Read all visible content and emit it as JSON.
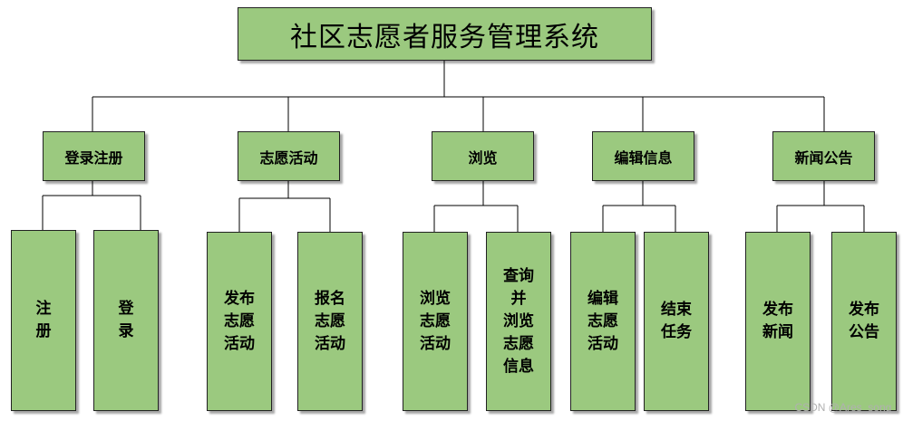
{
  "root": {
    "label": "社区志愿者服务管理系统"
  },
  "categories": [
    {
      "label": "登录注册",
      "children": [
        [
          "注",
          "册"
        ],
        [
          "登",
          "录"
        ]
      ]
    },
    {
      "label": "志愿活动",
      "children": [
        [
          "发布",
          "志愿",
          "活动"
        ],
        [
          "报名",
          "志愿",
          "活动"
        ]
      ]
    },
    {
      "label": "浏览",
      "children": [
        [
          "浏览",
          "志愿",
          "活动"
        ],
        [
          "查询",
          "并",
          "浏览",
          "志愿",
          "信息"
        ]
      ]
    },
    {
      "label": "编辑信息",
      "children": [
        [
          "编辑",
          "志愿",
          "活动"
        ],
        [
          "结束",
          "任务"
        ]
      ]
    },
    {
      "label": "新闻公告",
      "children": [
        [
          "发布",
          "新闻"
        ],
        [
          "发布",
          "公告"
        ]
      ]
    }
  ],
  "watermark": "CSDN @Ares_song_",
  "colors": {
    "box_fill": "#9bc97f",
    "border": "#222222",
    "line": "#000000"
  }
}
